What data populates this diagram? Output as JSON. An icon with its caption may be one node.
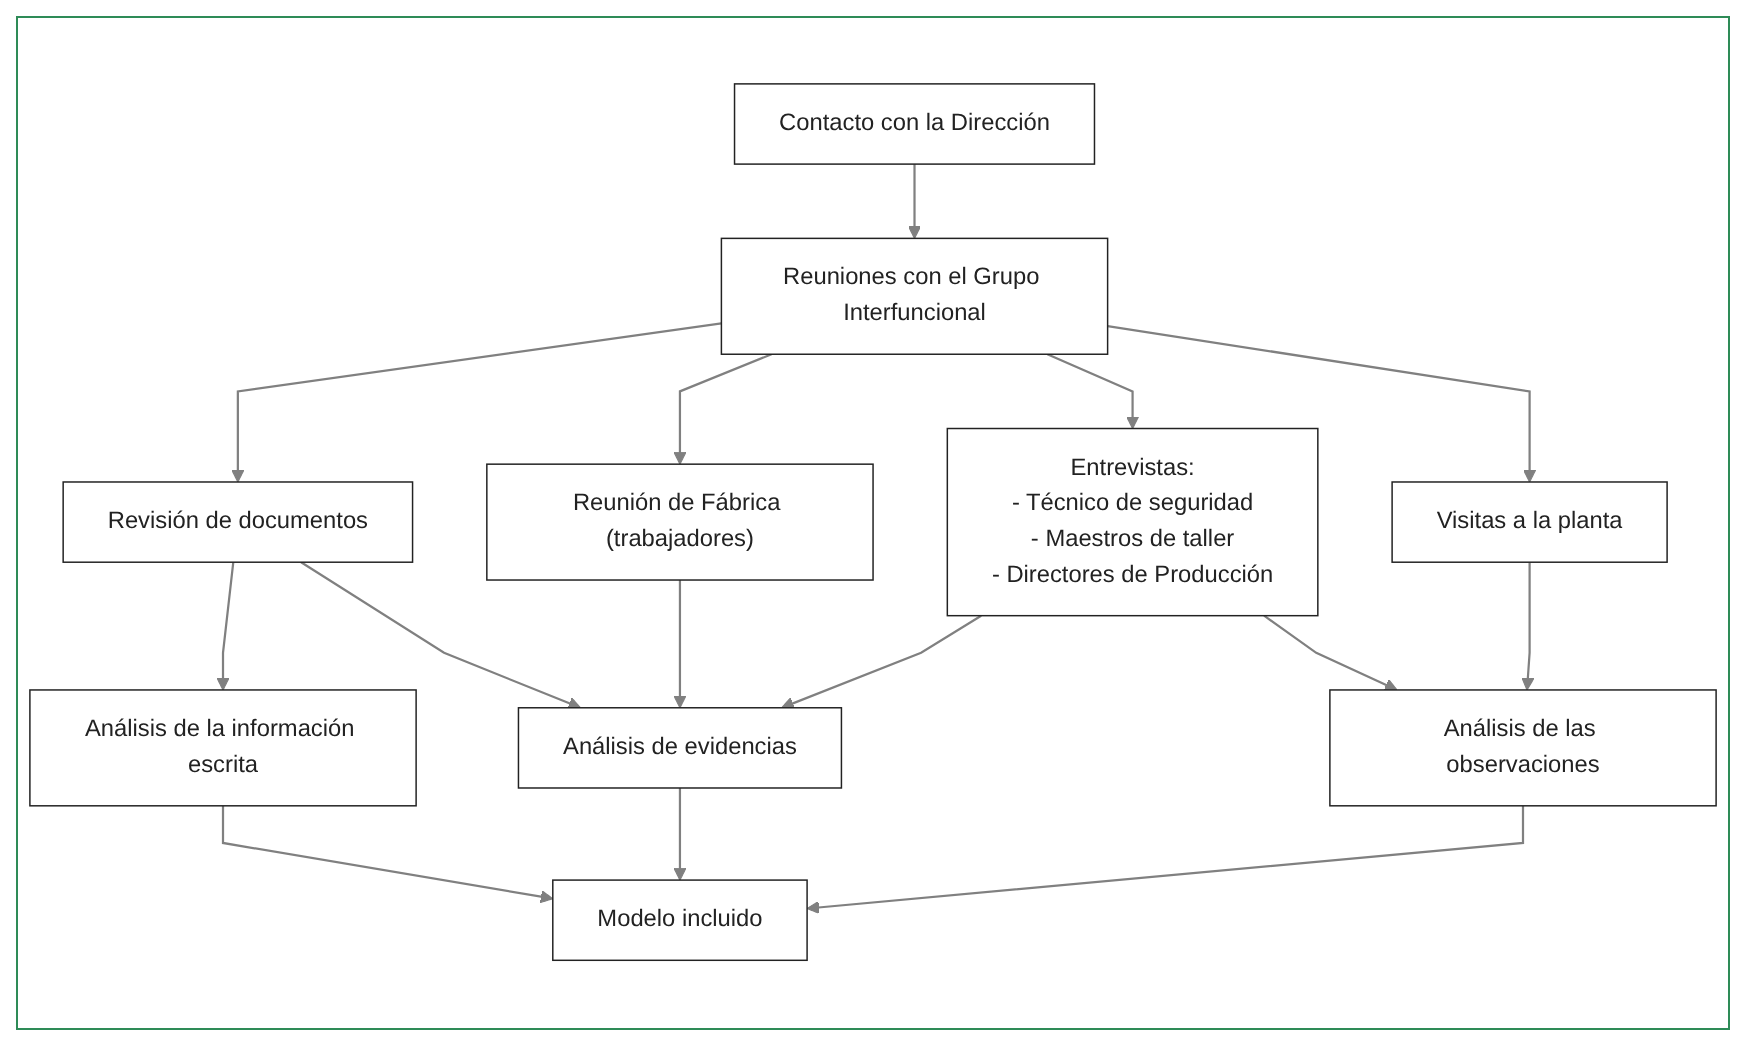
{
  "diagram": {
    "nodes": [
      {
        "text": [
          "Contacto con la Dirección"
        ]
      },
      {
        "text": [
          "Reuniones con el Grupo Interfuncional"
        ]
      },
      {
        "text": [
          "Revisión de documentos"
        ]
      },
      {
        "text": [
          "Reunión de Fábrica (trabajadores)"
        ]
      },
      {
        "text": [
          "Entrevistas:",
          "- Técnico de seguridad",
          "- Maestros de taller",
          "- Directores de Producción"
        ]
      },
      {
        "text": [
          "Visitas a la planta"
        ]
      },
      {
        "text": [
          "Análisis de la información escrita"
        ]
      },
      {
        "text": [
          "Análisis de evidencias"
        ]
      },
      {
        "text": [
          "Análisis de las observaciones"
        ]
      },
      {
        "text": [
          "Modelo incluido"
        ]
      }
    ],
    "edges": [
      {
        "from": 0,
        "to": 1,
        "arrow": "to"
      },
      {
        "from": 1,
        "to": 2,
        "arrow": "to"
      },
      {
        "from": 1,
        "to": 3,
        "arrow": "to"
      },
      {
        "from": 1,
        "to": 4,
        "arrow": "to"
      },
      {
        "from": 1,
        "to": 5,
        "arrow": "to"
      },
      {
        "from": 2,
        "to": 6,
        "arrow": "to"
      },
      {
        "from": 2,
        "to": 7,
        "arrow": "to"
      },
      {
        "from": 3,
        "to": 7,
        "arrow": "to"
      },
      {
        "from": 4,
        "to": 7,
        "arrow": "to"
      },
      {
        "from": 4,
        "to": 8,
        "arrow": "to"
      },
      {
        "from": 5,
        "to": 8,
        "arrow": "to"
      },
      {
        "from": 6,
        "to": 9,
        "arrow": "to"
      },
      {
        "from": 7,
        "to": 9,
        "arrow": "to"
      },
      {
        "from": 8,
        "to": 9,
        "arrow": "to"
      }
    ]
  }
}
